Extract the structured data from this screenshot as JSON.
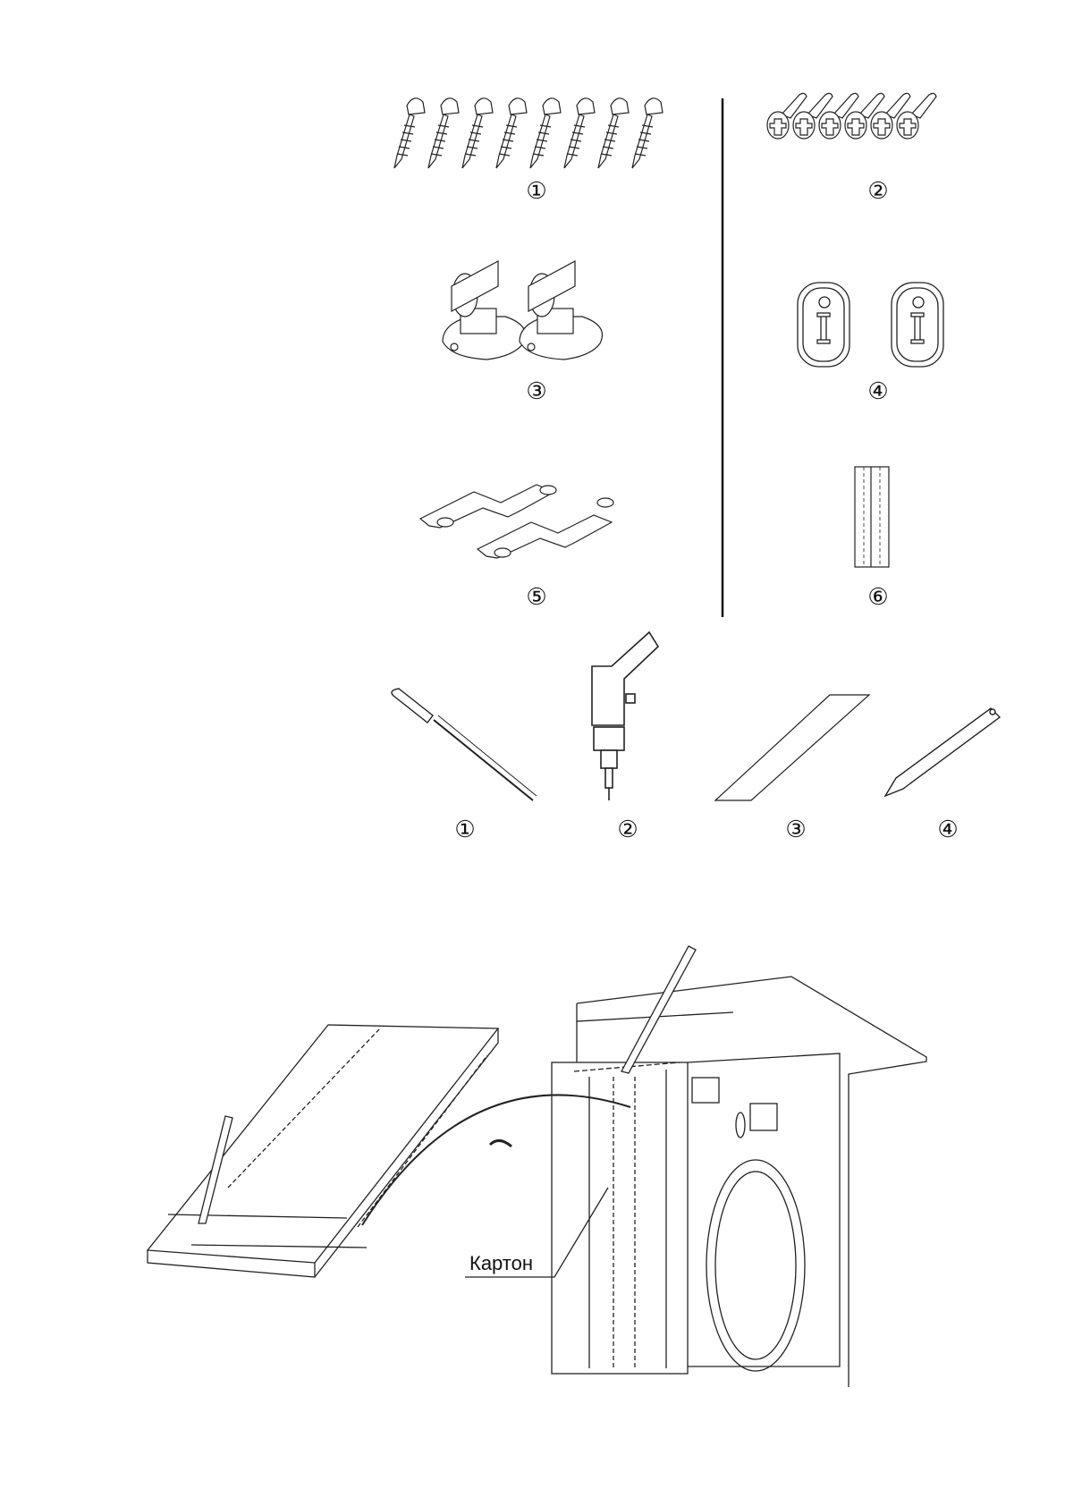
{
  "parts": {
    "items": [
      {
        "number": "①",
        "name": "self-tapping-screws",
        "count": 8
      },
      {
        "number": "②",
        "name": "machine-screws",
        "count": 6
      },
      {
        "number": "③",
        "name": "hinge-brackets",
        "count": 2
      },
      {
        "number": "④",
        "name": "magnetic-catch-plates",
        "count": 2
      },
      {
        "number": "⑤",
        "name": "mounting-plates",
        "count": 2
      },
      {
        "number": "⑥",
        "name": "cardboard-template",
        "count": 1
      }
    ]
  },
  "tools": {
    "items": [
      {
        "number": "①",
        "name": "screwdriver"
      },
      {
        "number": "②",
        "name": "drill"
      },
      {
        "number": "③",
        "name": "ruler"
      },
      {
        "number": "④",
        "name": "pencil"
      }
    ]
  },
  "illustration": {
    "label": "Картон"
  }
}
